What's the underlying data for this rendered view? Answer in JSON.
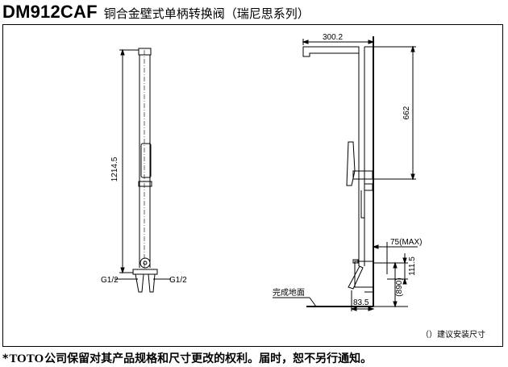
{
  "header": {
    "model": "DM912CAF",
    "name": "铜合金壁式单柄转换阀（瑞尼思系列）"
  },
  "drawing": {
    "left_view": {
      "dim_total_height": "1214.5",
      "thread_left": "G1/2",
      "thread_right": "G1/2"
    },
    "right_view": {
      "dim_spout_reach": "300.2",
      "dim_upper": "662",
      "dim_offset": "75(MAX)",
      "dim_inlet": "111.5",
      "dim_floor": "(890)",
      "dim_base": "83.5",
      "floor_label": "完成地面"
    },
    "legend": "（）建议安装尺寸"
  },
  "footer": {
    "prefix": "*",
    "brand": "TOTO",
    "notice": "公司保留对其产品规格和尺寸更改的权利。届时，恕不另行通知。"
  }
}
